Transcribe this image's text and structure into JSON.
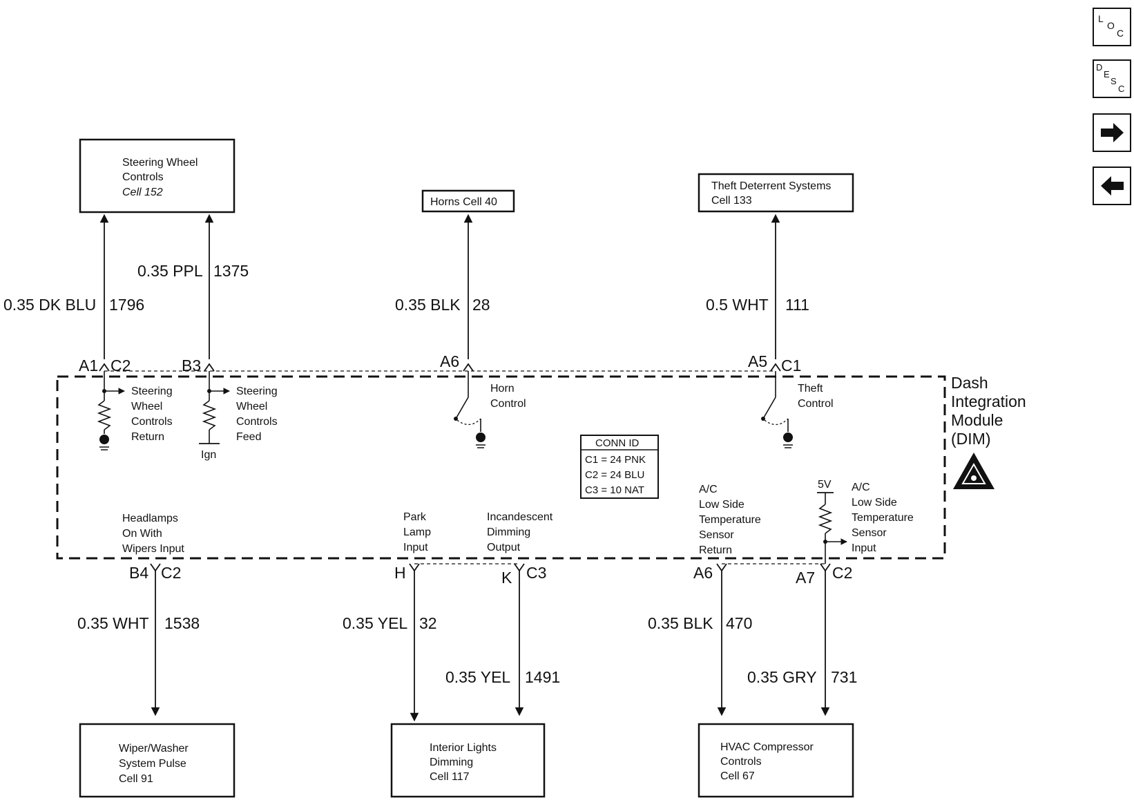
{
  "nav": {
    "loc": [
      "L",
      "O",
      "C"
    ],
    "desc": [
      "D",
      "E",
      "S",
      "C"
    ],
    "next_icon": "right-arrow-icon",
    "prev_icon": "left-arrow-icon"
  },
  "boxes": {
    "steering_controls": [
      "Steering Wheel",
      "Controls",
      "Cell 152"
    ],
    "horns": [
      "Horns Cell 40"
    ],
    "theft": [
      "Theft Deterrent Systems",
      "Cell 133"
    ],
    "wiper": [
      "Wiper/Washer",
      "System Pulse",
      "Cell 91"
    ],
    "interior": [
      "Interior Lights",
      "Dimming",
      "Cell 117"
    ],
    "hvac": [
      "HVAC Compressor",
      "Controls",
      "Cell 67"
    ]
  },
  "wires": {
    "w1796": {
      "color": "0.35 DK BLU",
      "circuit": "1796"
    },
    "w1375": {
      "color": "0.35 PPL",
      "circuit": "1375"
    },
    "w28": {
      "color": "0.35 BLK",
      "circuit": "28"
    },
    "w111": {
      "color": "0.5 WHT",
      "circuit": "111"
    },
    "w1538": {
      "color": "0.35 WHT",
      "circuit": "1538"
    },
    "w32": {
      "color": "0.35 YEL",
      "circuit": "32"
    },
    "w1491": {
      "color": "0.35 YEL",
      "circuit": "1491"
    },
    "w470": {
      "color": "0.35 BLK",
      "circuit": "470"
    },
    "w731": {
      "color": "0.35 GRY",
      "circuit": "731"
    }
  },
  "pins": {
    "a1": "A1",
    "c2_top": "C2",
    "b3": "B3",
    "a6_top": "A6",
    "a5": "A5",
    "c1": "C1",
    "b4": "B4",
    "c2_b4": "C2",
    "h": "H",
    "k": "K",
    "c3": "C3",
    "a6_bot": "A6",
    "a7": "A7",
    "c2_a7": "C2"
  },
  "module": {
    "name": [
      "Dash",
      "Integration",
      "Module",
      "(DIM)"
    ],
    "steering_return": [
      "Steering",
      "Wheel",
      "Controls",
      "Return"
    ],
    "steering_feed": [
      "Steering",
      "Wheel",
      "Controls",
      "Feed"
    ],
    "ign": "Ign",
    "horn_control": [
      "Horn",
      "Control"
    ],
    "theft_control": [
      "Theft",
      "Control"
    ],
    "conn_id_title": "CONN ID",
    "conn_id": [
      "C1 = 24 PNK",
      "C2 = 24 BLU",
      "C3 = 10 NAT"
    ],
    "headlamps": [
      "Headlamps",
      "On With",
      "Wipers Input"
    ],
    "park": [
      "Park",
      "Lamp",
      "Input"
    ],
    "dimming": [
      "Incandescent",
      "Dimming",
      "Output"
    ],
    "ac_return": [
      "A/C",
      "Low Side",
      "Temperature",
      "Sensor",
      "Return"
    ],
    "five_v": "5V",
    "ac_input": [
      "A/C",
      "Low Side",
      "Temperature",
      "Sensor",
      "Input"
    ]
  }
}
